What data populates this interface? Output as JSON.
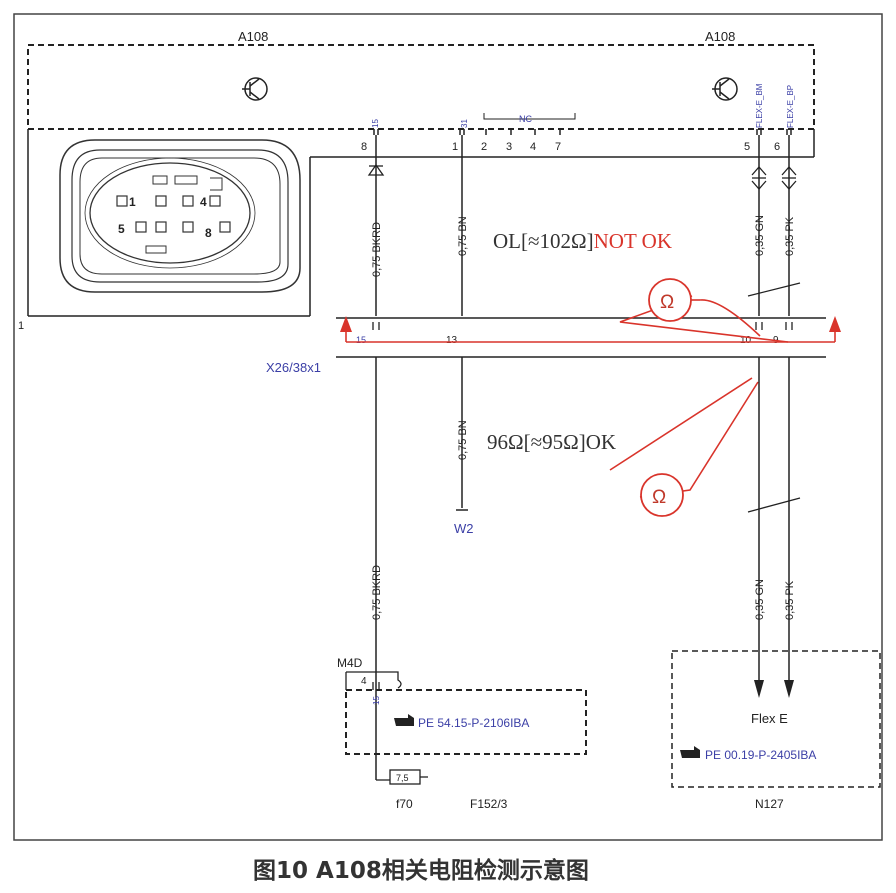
{
  "module": {
    "name_left": "A108",
    "name_right": "A108",
    "nc_label": "NC",
    "pin_small_15": "15",
    "pin_small_31": "31",
    "flex_bm": "FLEX-E_BM",
    "flex_bp": "FLEX-E_BP",
    "pins": [
      "8",
      "1",
      "2",
      "3",
      "4",
      "7",
      "5",
      "6"
    ]
  },
  "connector_face": {
    "pin_labels": [
      "1",
      "4",
      "5",
      "8"
    ]
  },
  "wires": {
    "w15_upper": "0,75 BKRD",
    "w31_upper": "0,75 BN",
    "w31_lower": "0,75 BN",
    "gn_upper": "0,35 GN",
    "pk_upper": "0,35 PK",
    "w15_lower": "0,75 BKRD",
    "gn_lower": "0,35 GN",
    "pk_lower": "0,35 PK"
  },
  "connector_bar": {
    "name": "X26/38x1",
    "pin_15": "15",
    "pin_13": "13",
    "pin_10": "10",
    "pin_9": "9",
    "ground_pin": "1"
  },
  "ground": "W2",
  "measurements": {
    "top": "OL[≈102Ω]",
    "top_status": "NOT OK",
    "bottom": "96Ω[≈95Ω]OK",
    "ohm_symbol": "Ω"
  },
  "m4d": {
    "name": "M4D",
    "pin": "4",
    "small_pin": "15",
    "ref": "PE 54.15-P-2106IBA"
  },
  "fuse": {
    "value": "7,5",
    "name": "f70",
    "block": "F152/3"
  },
  "n127": {
    "title": "Flex E",
    "ref": "PE 00.19-P-2405IBA",
    "name": "N127"
  },
  "caption": "图10 A108相关电阻检测示意图",
  "colors": {
    "line": "#2a2a2a",
    "blue_text": "#3b3fa6",
    "red_mark": "#d9342b"
  }
}
